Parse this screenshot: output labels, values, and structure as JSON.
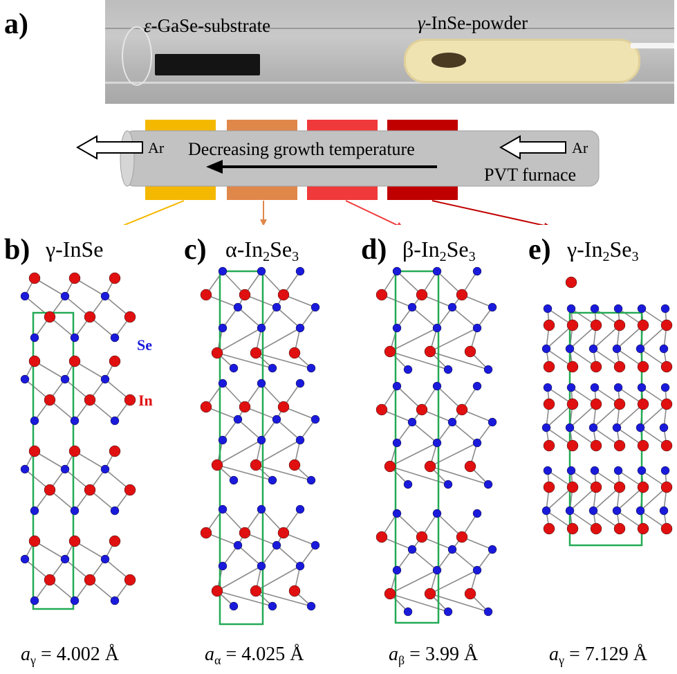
{
  "panel_a": {
    "letter": "a)",
    "substrate_label_prefix": "ε",
    "substrate_label": "-GaSe-substrate",
    "powder_label_prefix": "γ",
    "powder_label": "-InSe-powder"
  },
  "furnace": {
    "arrow_text": "Decreasing growth temperature",
    "name": "PVT furnace",
    "gas_in": "Ar",
    "gas_out": "Ar",
    "zone_colors": [
      "#f5b800",
      "#e0874a",
      "#f0393a",
      "#c00000"
    ]
  },
  "panels": [
    {
      "letter": "b)",
      "phase_prefix": "γ-InSe",
      "sub1": "",
      "mid": "",
      "sub2": "",
      "lattice_symbol": "a",
      "lattice_sub": "γ",
      "lattice_value": " = 4.002 Å"
    },
    {
      "letter": "c)",
      "phase_prefix": "α-In",
      "sub1": "2",
      "mid": "Se",
      "sub2": "3",
      "lattice_symbol": "a",
      "lattice_sub": "α",
      "lattice_value": " = 4.025 Å"
    },
    {
      "letter": "d)",
      "phase_prefix": "β-In",
      "sub1": "2",
      "mid": "Se",
      "sub2": "3",
      "lattice_symbol": "a",
      "lattice_sub": "β",
      "lattice_value": " = 3.99 Å"
    },
    {
      "letter": "e)",
      "phase_prefix": "γ-In",
      "sub1": "2",
      "mid": "Se",
      "sub2": "3",
      "lattice_symbol": "a",
      "lattice_sub": "γ",
      "lattice_value": " = 7.129 Å"
    }
  ],
  "legend": {
    "se": "Se",
    "in": "In"
  },
  "colors": {
    "se_atom": "#1a1adb",
    "in_atom": "#e01010",
    "unit_cell": "#22aa55",
    "bond": "#8a8a8a"
  }
}
